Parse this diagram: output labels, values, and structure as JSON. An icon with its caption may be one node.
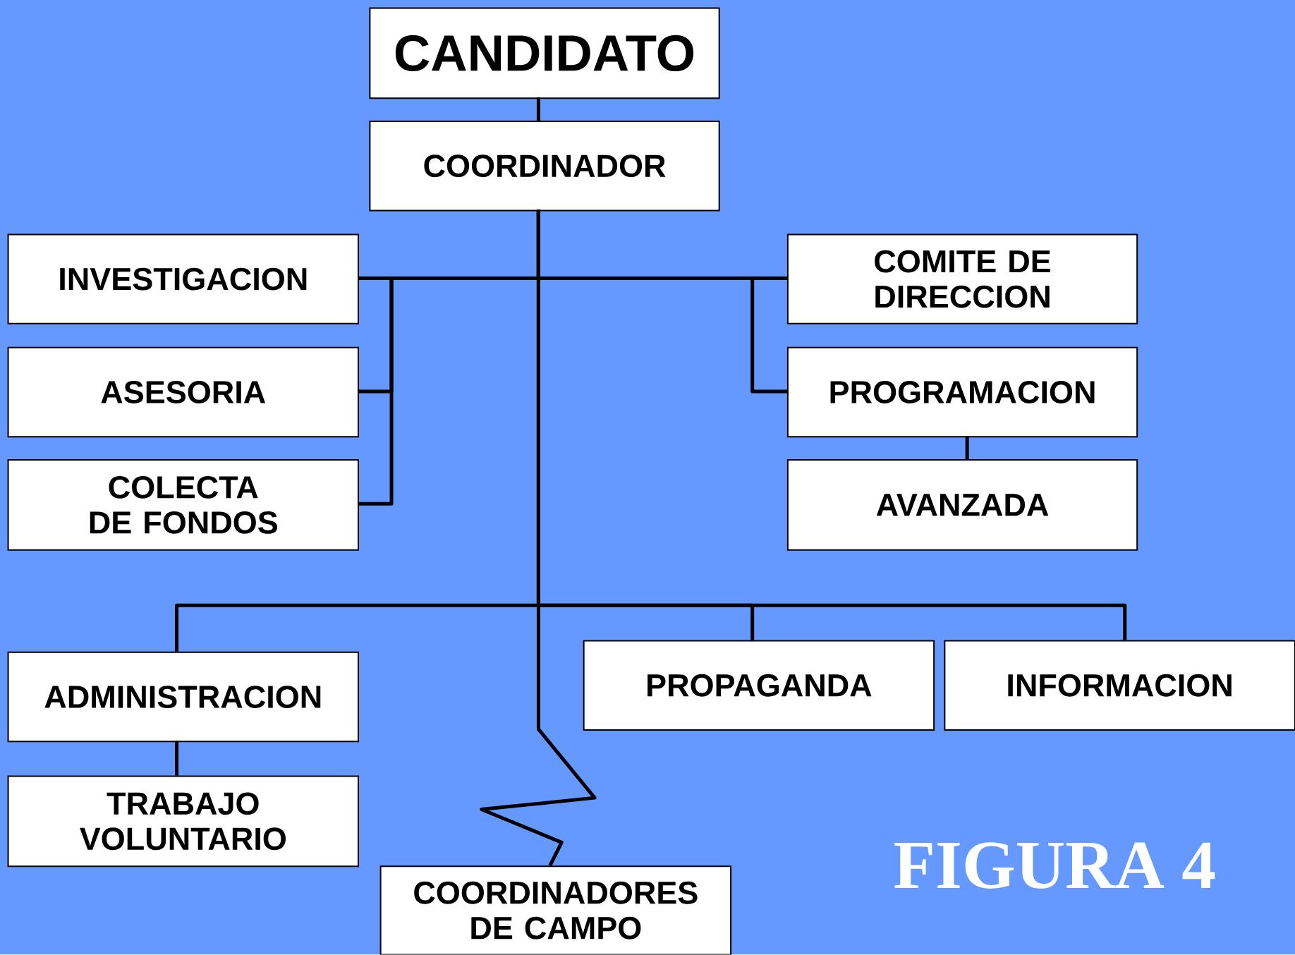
{
  "diagram": {
    "nodes": [
      {
        "text": [
          "CANDIDATO"
        ]
      },
      {
        "text": [
          "COORDINADOR"
        ]
      },
      {
        "text": [
          "INVESTIGACION"
        ]
      },
      {
        "text": [
          "ASESORIA"
        ]
      },
      {
        "text": [
          "COLECTA DE FONDOS"
        ]
      },
      {
        "text": [
          "COMITE DE DIRECCION"
        ]
      },
      {
        "text": [
          "PROGRAMACION"
        ]
      },
      {
        "text": [
          "AVANZADA"
        ]
      },
      {
        "text": [
          "ADMINISTRACION"
        ]
      },
      {
        "text": [
          "TRABAJO VOLUNTARIO"
        ]
      },
      {
        "text": [
          "PROPAGANDA"
        ]
      },
      {
        "text": [
          "INFORMACION"
        ]
      },
      {
        "text": [
          "COORDINADORES DE CAMPO"
        ]
      }
    ],
    "edges": [
      {
        "from": 0,
        "to": 1,
        "arrow": "none"
      },
      {
        "from": 1,
        "to": 2,
        "arrow": "none"
      },
      {
        "from": 1,
        "to": 3,
        "arrow": "none"
      },
      {
        "from": 1,
        "to": 4,
        "arrow": "none"
      },
      {
        "from": 1,
        "to": 5,
        "arrow": "none"
      },
      {
        "from": 1,
        "to": 6,
        "arrow": "none"
      },
      {
        "from": 6,
        "to": 7,
        "arrow": "none"
      },
      {
        "from": 1,
        "to": 8,
        "arrow": "none"
      },
      {
        "from": 8,
        "to": 9,
        "arrow": "none"
      },
      {
        "from": 1,
        "to": 10,
        "arrow": "none"
      },
      {
        "from": 1,
        "to": 11,
        "arrow": "none"
      },
      {
        "from": 1,
        "to": 12,
        "arrow": "none"
      }
    ],
    "labels": [
      "FIGURA 4"
    ]
  }
}
